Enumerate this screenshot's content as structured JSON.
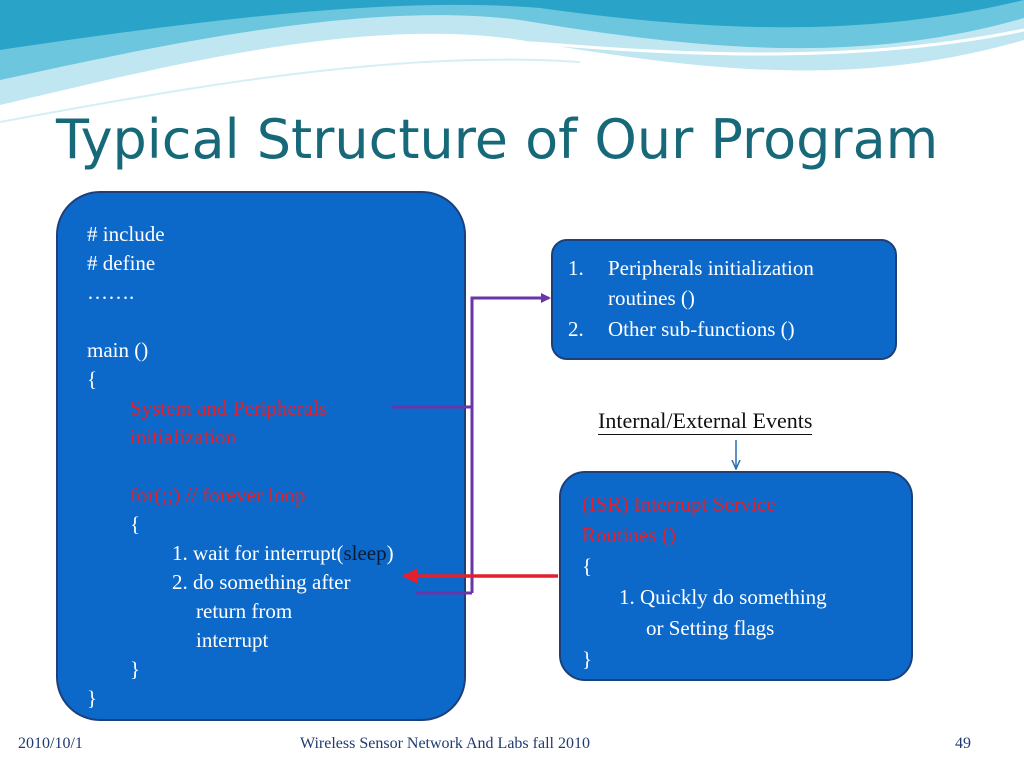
{
  "slide": {
    "title": "Typical Structure of Our Program",
    "colors": {
      "title": "#17697a",
      "box_fill": "#0d69c9",
      "box_border": "#1d3f7a",
      "highlight": "#e3202c",
      "connector": "#6a35a8"
    }
  },
  "main_block": {
    "lines": [
      "# include",
      "# define",
      "…….",
      "main ()",
      "{"
    ],
    "init_label_1": "System and Peripherals",
    "init_label_2": "initialization",
    "loop_label": "for(;;)  // forever loop",
    "loop_open": "{",
    "wait_prefix": "1. wait for interrupt(",
    "wait_sleep": "sleep",
    "wait_suffix": ")",
    "after_1": "2. do something after",
    "after_2": "return from",
    "after_3": "interrupt",
    "loop_close": "}",
    "main_close": "}"
  },
  "sub_block": {
    "items": [
      {
        "num": "1.",
        "line1": "Peripherals initialization",
        "line2": "routines ()"
      },
      {
        "num": "2.",
        "line1": "Other sub-functions ()"
      }
    ]
  },
  "events_label": "Internal/External Events",
  "isr_block": {
    "title_1": "(ISR) Interrupt Service",
    "title_2": "Routines  ()",
    "open": "{",
    "step_1": "1. Quickly do something",
    "step_2": "or Setting flags",
    "close": "}"
  },
  "footer": {
    "date": "2010/10/1",
    "course": "Wireless Sensor Network And Labs fall 2010",
    "page": "49"
  }
}
